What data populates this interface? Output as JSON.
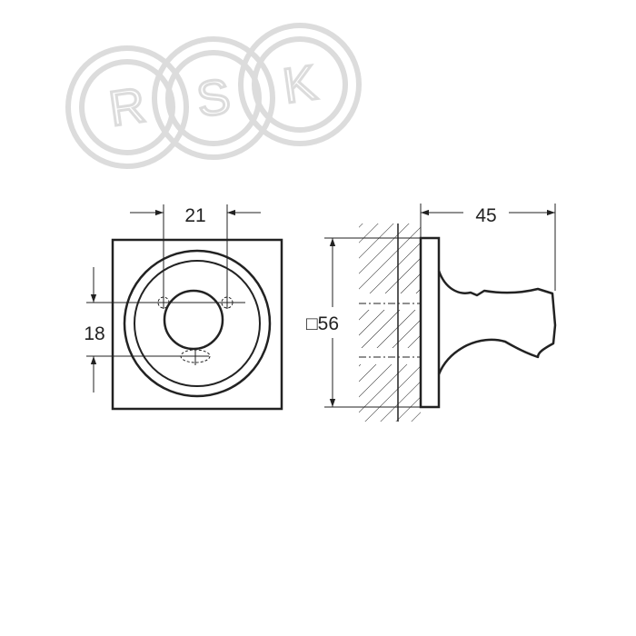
{
  "watermark": {
    "letters": [
      "R",
      "S",
      "K"
    ],
    "color": "#dcdcdc"
  },
  "dimensions": {
    "hole_spacing_horizontal": "21",
    "hole_spacing_vertical": "18",
    "plate_size": "□56",
    "projection_depth": "45"
  },
  "colors": {
    "line": "#222222",
    "background": "#ffffff"
  }
}
